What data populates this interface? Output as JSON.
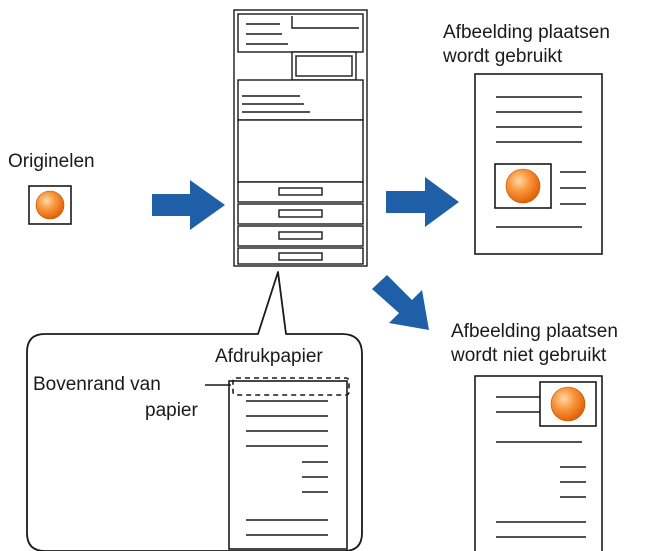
{
  "labels": {
    "originals": "Originelen",
    "with_image_line1": "Afbeelding plaatsen",
    "with_image_line2": "wordt gebruikt",
    "without_image_line1": "Afbeelding plaatsen",
    "without_image_line2": "wordt niet gebruikt",
    "output_paper": "Afdrukpapier",
    "top_edge_line1": "Bovenrand van",
    "top_edge_line2": "papier"
  },
  "colors": {
    "arrow": "#1f5fa8",
    "outline": "#1a1a1a",
    "orange_light": "#ffc98a",
    "orange_dark": "#e35c00"
  },
  "icons": {
    "copier": "multifunction-printer-icon",
    "arrow": "blue-arrow-icon",
    "image": "orange-ball-image-icon"
  }
}
